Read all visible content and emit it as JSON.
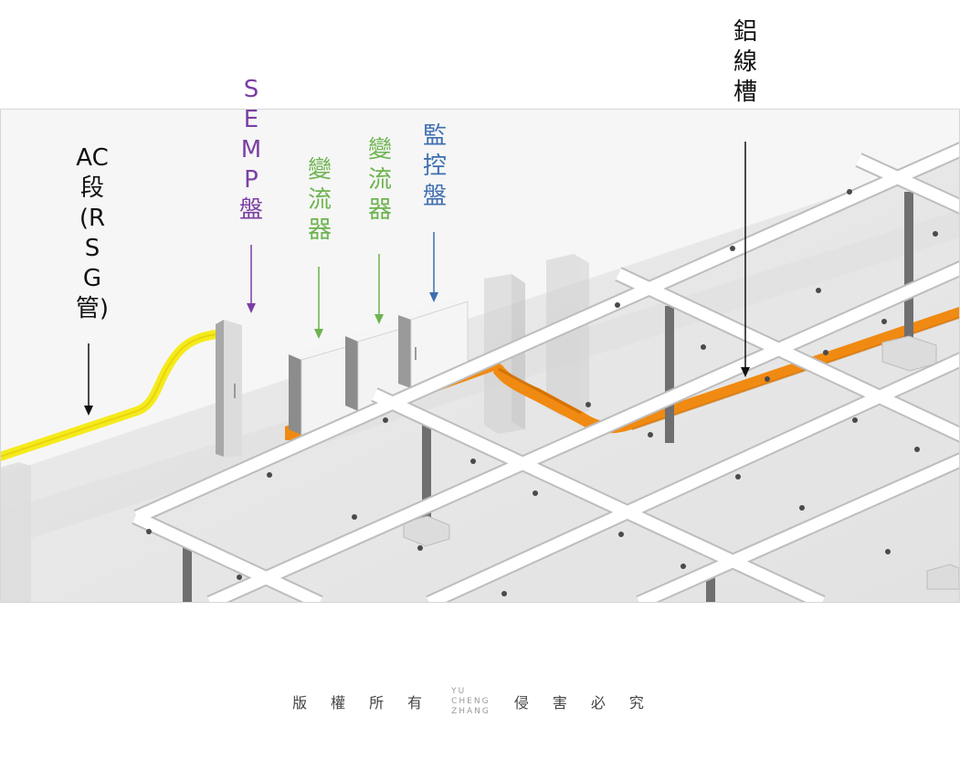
{
  "labels": {
    "ac": "AC\n段\n(R\nS\nG\n管)",
    "semp": "S\nE\nM\nP\n盤",
    "inverter_1": "變\n流\n器",
    "inverter_2": "變\n流\n器",
    "monitor": "監\n控\n盤",
    "aluminum_trough": "鋁\n線\n槽"
  },
  "footer": {
    "left_text": "版權所有",
    "logo_lines": [
      "YU",
      "CHENG",
      "ZHANG"
    ],
    "right_text": "侵害必究"
  },
  "colors": {
    "ac_cable": "#f5ea1c",
    "aluminum_trough": "#f08a12",
    "semp_label": "#7b3fa3",
    "inverter_label": "#6db34f",
    "monitor_label": "#3f6fb0",
    "rack": "#ffffff",
    "post": "#6f6f6f"
  }
}
